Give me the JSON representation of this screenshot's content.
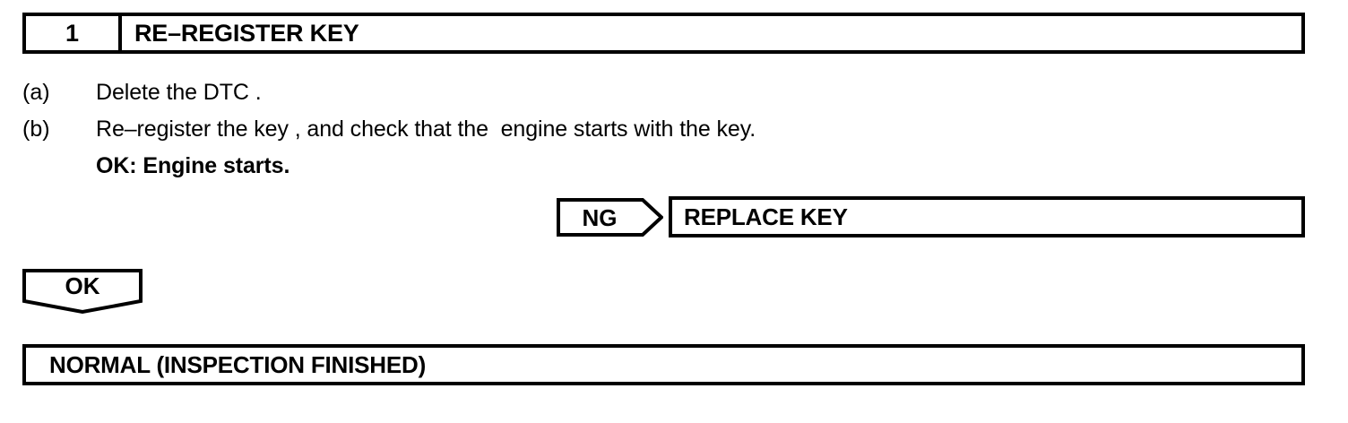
{
  "step_header": {
    "number": "1",
    "title": "RE–REGISTER KEY"
  },
  "procedure": {
    "steps": [
      {
        "label": "(a)",
        "text": "Delete the DTC ."
      },
      {
        "label": "(b)",
        "text": "Re–register the key , and check that the  engine starts with the key.",
        "result": "OK: Engine starts."
      }
    ]
  },
  "branches": {
    "ng": {
      "label": "NG",
      "target_label": "REPLACE KEY"
    },
    "ok": {
      "label": "OK",
      "target_label": "NORMAL (INSPECTION FINISHED)"
    }
  },
  "colors": {
    "ink": "#000000",
    "paper": "#ffffff"
  }
}
